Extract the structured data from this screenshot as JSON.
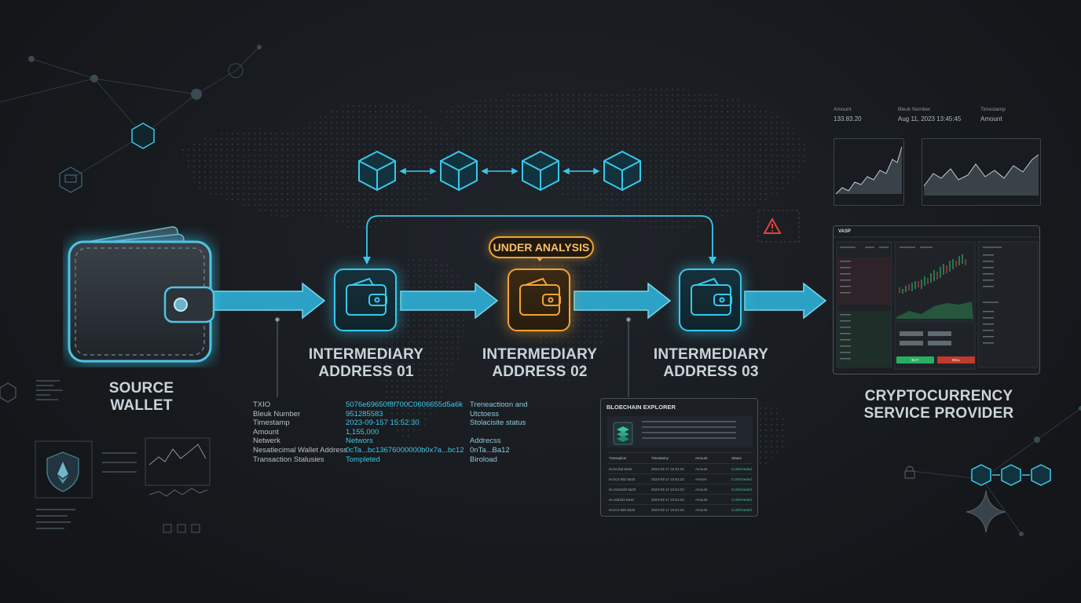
{
  "source": {
    "label_line1": "SOURCE",
    "label_line2": "WALLET"
  },
  "intermediaries": [
    {
      "line1": "INTERMEDIARY",
      "line2": "ADDRESS 01"
    },
    {
      "line1": "INTERMEDIARY",
      "line2": "ADDRESS 02"
    },
    {
      "line1": "INTERMEDIARY",
      "line2": "ADDRESS 03"
    }
  ],
  "badge": "UNDER ANALYSIS",
  "destination": {
    "line1": "CRYPTOCURRENCY",
    "line2": "SERVICE PROVIDER"
  },
  "transaction": {
    "keys": [
      "TXIO",
      "Bleuk Number",
      "Timestamp",
      "Amount",
      "Netwerk",
      "Nesatlecimal Wallet Address",
      "Transaction Stalusies"
    ],
    "values": [
      "5076e69650f8f700C0606655d5a6k",
      "951285583",
      "2023-09-157 15:52:30",
      "1,155,000",
      "Networs",
      "0cTa...bc13676000000b0x7a...bc12",
      "Tompleted"
    ],
    "notes": [
      "Treneactioon and",
      "Utctoess",
      "Stolacisite status",
      "",
      "Addrecss",
      "0nTa...Ba12",
      "Biroload"
    ]
  },
  "explorer": {
    "title": "BLOECHAIN EXPLORER",
    "columns": [
      "Trarseplion",
      "Timestamy",
      "Amount",
      "Status"
    ],
    "rows": [
      [
        "0x.bc15d 8a33",
        "2023-03-17 15:51:33",
        "Amount",
        "Confirmeded"
      ],
      [
        "0x.bc2 8d2 8a33",
        "2023-03-17 15:51:33",
        "Amsort",
        "Confirmeded"
      ],
      [
        "0x.c5c52d3 8a33",
        "2023-03-17 15:51:33",
        "Amount",
        "Confirmeded"
      ],
      [
        "0x.c8d2d3 8a33",
        "2023-03-17 15:51:33",
        "Amount",
        "Confirmeded"
      ],
      [
        "0x.bc1 8d3 8a33",
        "2023-03-17 15:51:33",
        "Amount",
        "Confirmeded"
      ]
    ]
  },
  "top_stats": {
    "amount_label": "Amount",
    "amount_value": "133.83.20",
    "block_label": "Bleuk Number",
    "block_value": "Aug 11, 2023 13:45:45",
    "ts_label": "Timestamp",
    "ts_value": "Amount"
  },
  "vasp": {
    "title": "VASP",
    "buy": "BUY",
    "sell": "SELL"
  },
  "colors": {
    "cyan": "#38c9ec",
    "amber": "#f1a335",
    "green": "#2ecc71",
    "red": "#e74c3c"
  }
}
